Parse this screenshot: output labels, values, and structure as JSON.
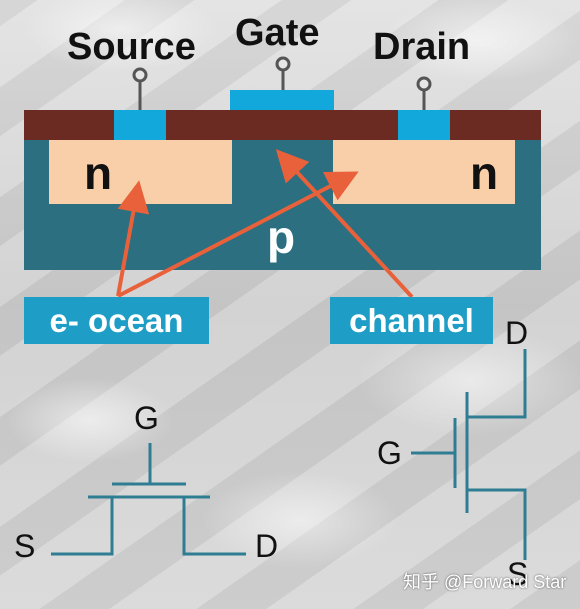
{
  "terminals": {
    "source": "Source",
    "gate": "Gate",
    "drain": "Drain"
  },
  "regions": {
    "n_left": "n",
    "n_right": "n",
    "substrate": "p"
  },
  "callouts": {
    "electron_sea": "e- ocean",
    "channel": "channel"
  },
  "symbol_simple": {
    "gate": "G",
    "source": "S",
    "drain": "D"
  },
  "symbol_mosfet": {
    "gate": "G",
    "drain": "D",
    "source": "S"
  },
  "watermark": "知乎 @Forward Star",
  "colors": {
    "substrate": "#2b6f80",
    "n_region": "#f9cfaa",
    "oxide": "#6b2a22",
    "contact": "#12a8dc",
    "arrow": "#e8613a",
    "callout": "#1e9ec6",
    "symbol_line": "#2f7d92"
  }
}
